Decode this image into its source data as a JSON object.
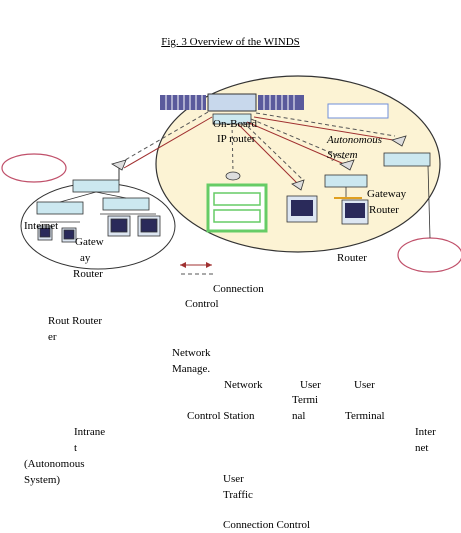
{
  "figure_title": "Fig. 3 Overview of the WINDS",
  "labels": {
    "onboard": "On-Board",
    "ip_router": "IP  router",
    "autonomous_a": "Autonomous",
    "autonomous_b": "System",
    "gateway_router_right_a": "Gateway",
    "gateway_router_right_b": "Router",
    "internet_left": "Internet",
    "gateway_left_a": "Gatew",
    "gateway_left_b": "ay",
    "gateway_left_c": "Router",
    "router_mid": "Router",
    "connection": "Connection",
    "control": "Control",
    "rout_router": "Rout Router",
    "er": "er",
    "network_manage_a": "Network",
    "network_manage_b": "Manage.",
    "network": "Network",
    "user_a": "User",
    "termi": "Termi",
    "nal": "nal",
    "user_b": "User",
    "control_station": "Control Station",
    "terminal": "Terminal",
    "intrane": "Intrane",
    "t": "t",
    "autonomous_paren": "(Autonomous",
    "system_paren": "System)",
    "inter": "Inter",
    "net": "net",
    "user_traffic_a": "User",
    "user_traffic_b": "Traffic",
    "connection_control_bottom": "Connection Control"
  },
  "colors": {
    "satellite_panel": "#5a5a9c",
    "satellite_body": "#c8d8ec",
    "box_fill": "#cce8f0",
    "station_fill": "#66cc66",
    "autonomous_label_fill": "#6f8fd8",
    "cloud_stroke": "#c0506a",
    "link_red": "#a03030",
    "ellipse_fill": "#fcf3d4"
  }
}
